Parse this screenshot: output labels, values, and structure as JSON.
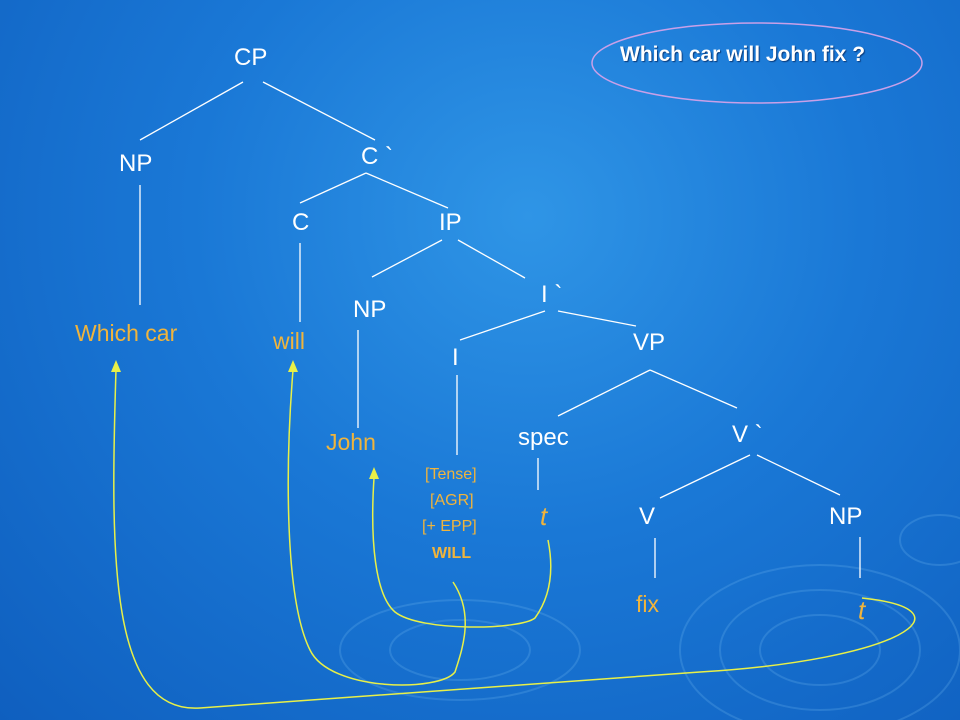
{
  "title": "Which car will John fix ?",
  "nodes": {
    "cp": "CP",
    "np_spec": "NP",
    "c_bar": "C `",
    "c": "C",
    "ip": "IP",
    "np_subj": "NP",
    "i_bar": "I `",
    "i": "I",
    "vp": "VP",
    "spec": "spec",
    "v_bar": "V `",
    "v": "V",
    "np_obj": "NP"
  },
  "words": {
    "which_car": "Which car",
    "will": "will",
    "john": "John",
    "tense": "[Tense]",
    "agr": "[AGR]",
    "epp": "[+ EPP]",
    "will_caps": "WILL",
    "fix": "fix",
    "trace_spec": "t",
    "trace_obj": "t"
  },
  "colors": {
    "background": "#1a78d6",
    "tree_lines": "#ffffff",
    "words": "#f0b43c",
    "movement_arrows": "#e8f048",
    "title_ellipse": "#c9a0e8"
  }
}
